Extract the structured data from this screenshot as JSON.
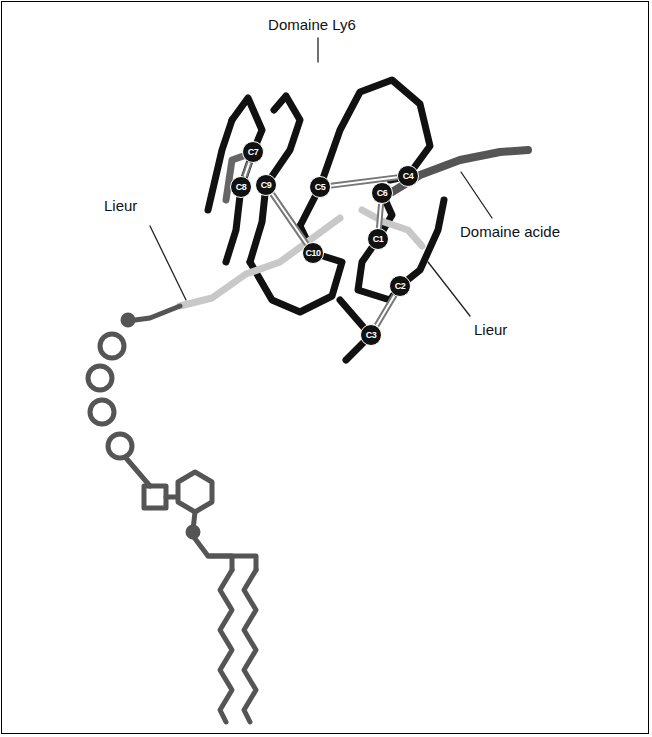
{
  "diagram": {
    "nodes": [
      {
        "text": [
          "C1"
        ]
      },
      {
        "text": [
          "C2"
        ]
      },
      {
        "text": [
          "C3"
        ]
      },
      {
        "text": [
          "C4"
        ]
      },
      {
        "text": [
          "C5"
        ]
      },
      {
        "text": [
          "C6"
        ]
      },
      {
        "text": [
          "C7"
        ]
      },
      {
        "text": [
          "C8"
        ]
      },
      {
        "text": [
          "C9"
        ]
      },
      {
        "text": [
          "C10"
        ]
      }
    ],
    "edges": [
      {
        "from": 6,
        "to": 7,
        "arrow": "none"
      },
      {
        "from": 8,
        "to": 9,
        "arrow": "none"
      },
      {
        "from": 0,
        "to": 5,
        "arrow": "none"
      },
      {
        "from": 1,
        "to": 2,
        "arrow": "none"
      },
      {
        "from": 3,
        "to": 4,
        "arrow": "none"
      }
    ],
    "labels": [
      "Domaine Ly6",
      "Lieur",
      "Domaine acide",
      "Lieur"
    ]
  }
}
